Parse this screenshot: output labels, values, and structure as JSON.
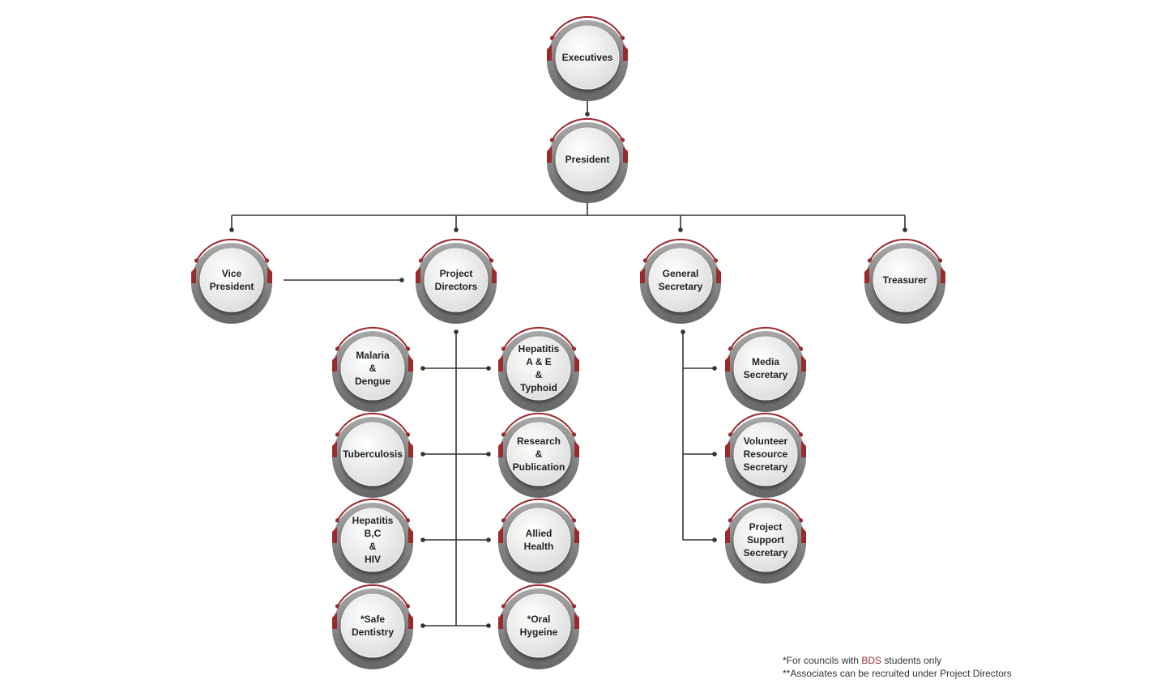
{
  "colors": {
    "accent": "#9b2a2e",
    "ring": "#7a7a7a",
    "line": "#333333"
  },
  "nodes": {
    "executives": "Executives",
    "president": "President",
    "vice_president": "Vice\nPresident",
    "project_directors": "Project\nDirectors",
    "general_secretary": "General\nSecretary",
    "treasurer": "Treasurer",
    "malaria_dengue": "Malaria\n&\nDengue",
    "tuberculosis": "Tuberculosis",
    "hepatitis_bc_hiv": "Hepatitis\nB,C\n&\nHIV",
    "safe_dentistry": "*Safe\nDentistry",
    "hepatitis_ae_typhoid": "Hepatitis\nA & E\n&\nTyphoid",
    "research_publication": "Research\n&\nPublication",
    "allied_health": "Allied\nHealth",
    "oral_hygeine": "*Oral\nHygeine",
    "media_secretary": "Media\nSecretary",
    "volunteer_resource_secretary": "Volunteer\nResource\nSecretary",
    "project_support_secretary": "Project\nSupport\nSecretary"
  },
  "notes": {
    "line1_prefix": "*For councils with ",
    "line1_highlight": "BDS",
    "line1_suffix": " students only",
    "line2": "**Associates can be recruited under Project Directors"
  }
}
